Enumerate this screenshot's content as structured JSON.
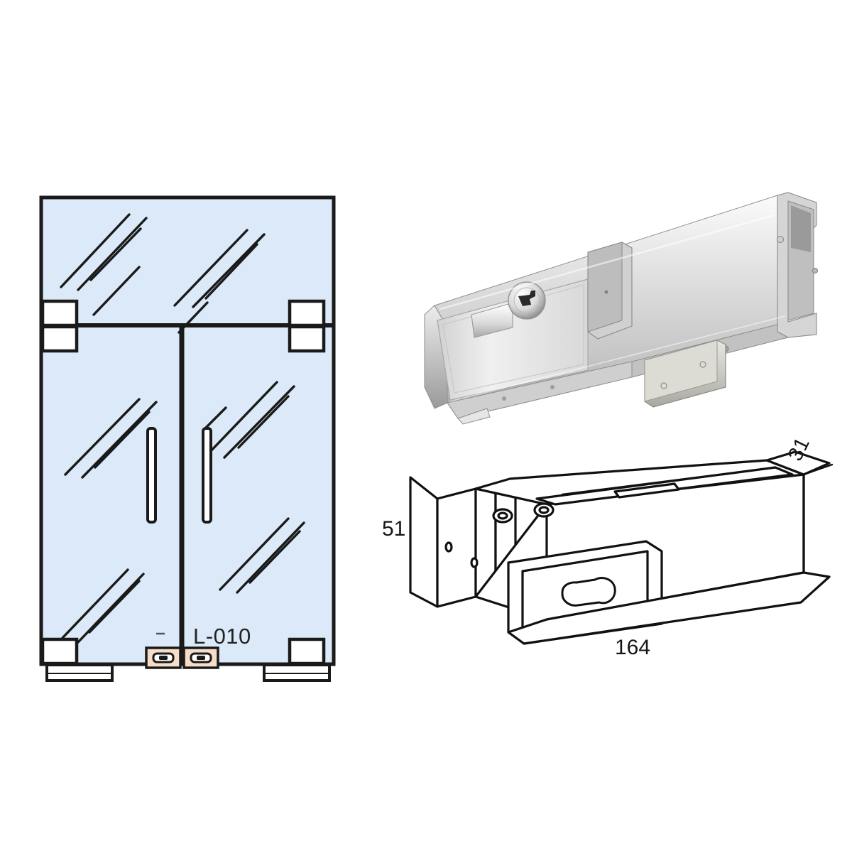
{
  "page": {
    "background": "#ffffff",
    "kind": "product-spec-sheet"
  },
  "door_elevation": {
    "name": "double glass door elevation",
    "model_label": "L-010",
    "glass_color": "#dbe9f8",
    "outline_color": "#1a1a1a",
    "patch_fitting_color": "#ffffff",
    "lock_patch_color": "#f5ddc8",
    "parts": [
      "transom glass panel",
      "left door leaf",
      "right door leaf",
      "top patch fittings",
      "bottom patch fittings",
      "floor pivot plates",
      "vertical pull handles",
      "centre patch lock"
    ]
  },
  "lock_photo": {
    "name": "stainless steel glass door patch lock",
    "finish": "brushed stainless steel",
    "body_color": "#c9c9c9",
    "highlight_color": "#f2f2f2",
    "shadow_color": "#8d8d8d",
    "features": [
      "key cylinder",
      "lock body",
      "bolt keeper block",
      "glass channel clamp",
      "fixing screws"
    ]
  },
  "lock_drawing": {
    "name": "isometric dimensioned drawing",
    "line_color": "#111111",
    "fill_color": "#ffffff",
    "dimensions": {
      "height": "51",
      "width": "164",
      "depth": "31"
    },
    "features": [
      "euro profile keyhole",
      "cover plate",
      "clamping plates",
      "fixing screws",
      "top slot"
    ]
  }
}
